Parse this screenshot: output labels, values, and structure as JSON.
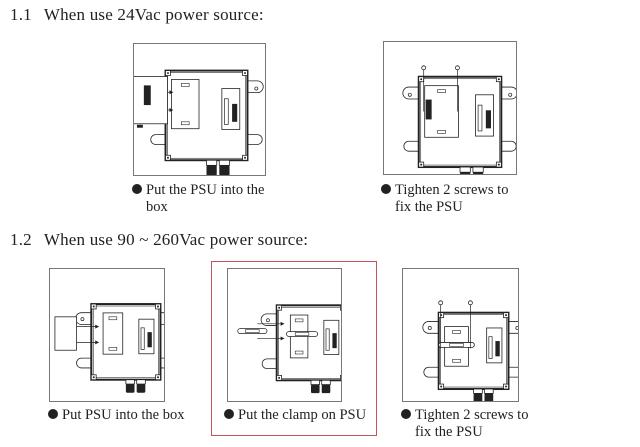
{
  "section_1_1": {
    "number": "1.1",
    "title": "When use 24Vac power source:",
    "steps": [
      {
        "line1": "Put the PSU into the",
        "line2": "box"
      },
      {
        "line1": "Tighten 2 screws to",
        "line2": "fix the PSU"
      }
    ]
  },
  "section_1_2": {
    "number": "1.2",
    "title": "When use 90 ~ 260Vac power source:",
    "steps": [
      {
        "line1": "Put PSU into the box"
      },
      {
        "line1": "Put the clamp on PSU"
      },
      {
        "line1": "Tighten 2 screws to",
        "line2": "fix the PSU"
      }
    ]
  },
  "colors": {
    "highlight": "#c0545a",
    "line": "#222222",
    "frame": "#777777"
  }
}
